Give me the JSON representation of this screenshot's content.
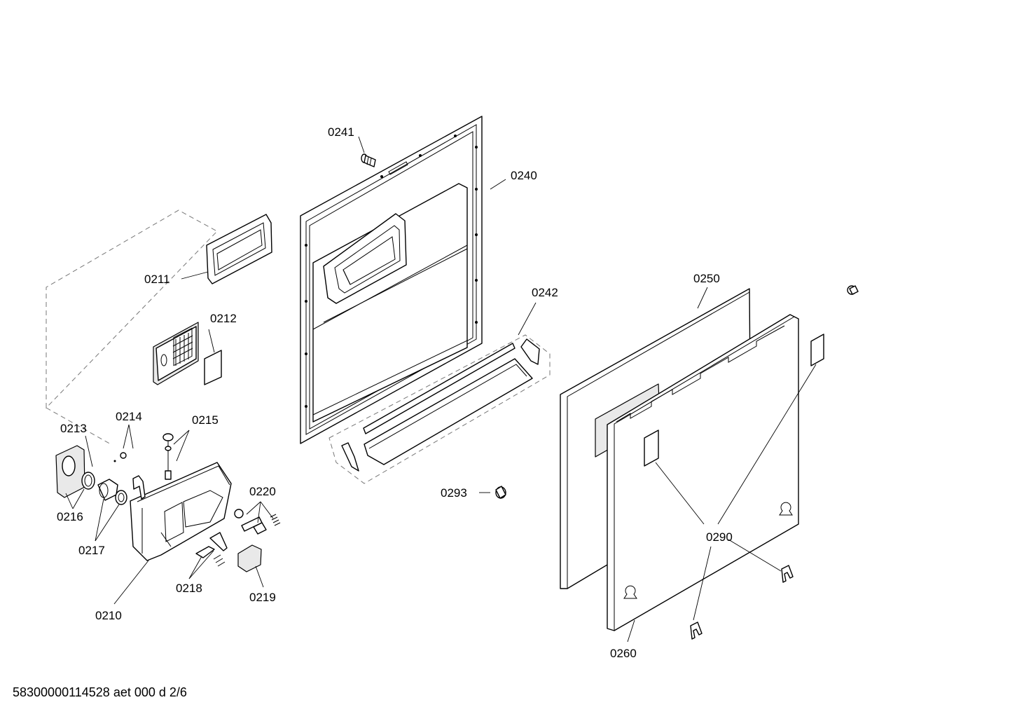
{
  "callouts": {
    "c0241": "0241",
    "c0240": "0240",
    "c0211": "0211",
    "c0212": "0212",
    "c0242": "0242",
    "c0250": "0250",
    "c0213": "0213",
    "c0214": "0214",
    "c0215": "0215",
    "c0220": "0220",
    "c0216": "0216",
    "c0217": "0217",
    "c0218": "0218",
    "c0219": "0219",
    "c0210": "0210",
    "c0293": "0293",
    "c0290": "0290",
    "c0260": "0260"
  },
  "footer": {
    "document_id": "58300000114528 aet 000 d 2/6"
  }
}
